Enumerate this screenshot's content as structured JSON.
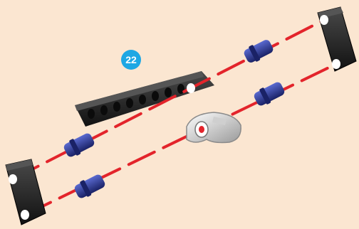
{
  "step": {
    "number": "22",
    "badge_color": "#1ea7e4"
  },
  "colors": {
    "background": "#fbe6d1",
    "guide_line": "#e3242b",
    "beam": "#2a2a2a",
    "bushing": "#28358f",
    "connector": "#e6e6e6"
  },
  "parts": [
    {
      "name": "beam-end-left",
      "kind": "beam"
    },
    {
      "name": "beam-end-right",
      "kind": "beam"
    },
    {
      "name": "long-beam",
      "kind": "beam"
    },
    {
      "name": "angle-connector",
      "kind": "connector"
    },
    {
      "name": "bushing",
      "kind": "bushing",
      "count": 4
    }
  ]
}
